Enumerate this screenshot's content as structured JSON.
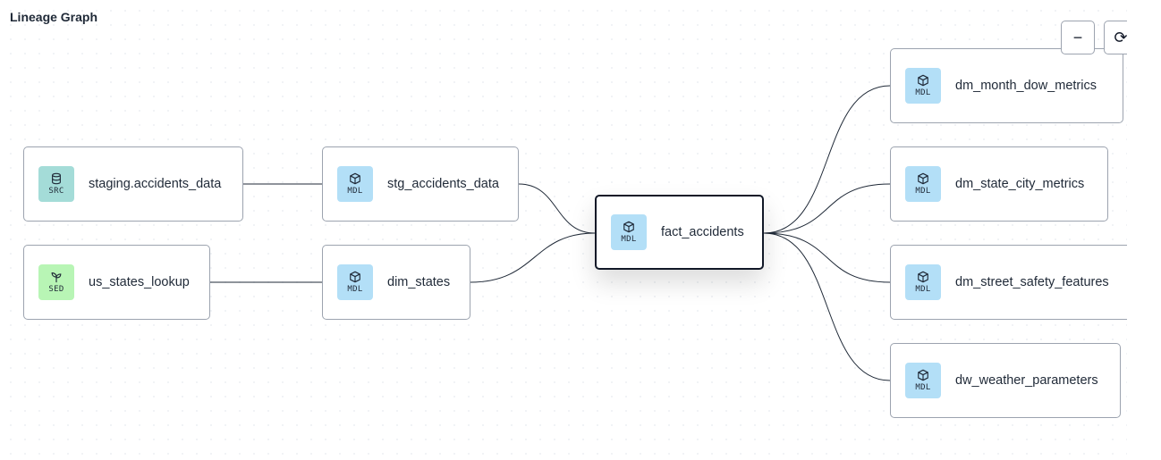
{
  "title": "Lineage Graph",
  "controls": {
    "zoom_out_glyph": "−",
    "refresh_glyph": "⟳"
  },
  "nodes": {
    "staging_accidents_data": {
      "badge": "SRC",
      "label": "staging.accidents_data",
      "icon": "database-icon"
    },
    "us_states_lookup": {
      "badge": "SED",
      "label": "us_states_lookup",
      "icon": "seedling-icon"
    },
    "stg_accidents_data": {
      "badge": "MDL",
      "label": "stg_accidents_data",
      "icon": "cube-icon"
    },
    "dim_states": {
      "badge": "MDL",
      "label": "dim_states",
      "icon": "cube-icon"
    },
    "fact_accidents": {
      "badge": "MDL",
      "label": "fact_accidents",
      "icon": "cube-icon"
    },
    "dm_month_dow_metrics": {
      "badge": "MDL",
      "label": "dm_month_dow_metrics",
      "icon": "cube-icon"
    },
    "dm_state_city_metrics": {
      "badge": "MDL",
      "label": "dm_state_city_metrics",
      "icon": "cube-icon"
    },
    "dm_street_safety_features": {
      "badge": "MDL",
      "label": "dm_street_safety_features",
      "icon": "cube-icon"
    },
    "dw_weather_parameters": {
      "badge": "MDL",
      "label": "dw_weather_parameters",
      "icon": "cube-icon"
    }
  },
  "edges": [
    {
      "from": "staging_accidents_data",
      "to": "stg_accidents_data"
    },
    {
      "from": "us_states_lookup",
      "to": "dim_states"
    },
    {
      "from": "stg_accidents_data",
      "to": "fact_accidents"
    },
    {
      "from": "dim_states",
      "to": "fact_accidents"
    },
    {
      "from": "fact_accidents",
      "to": "dm_month_dow_metrics"
    },
    {
      "from": "fact_accidents",
      "to": "dm_state_city_metrics"
    },
    {
      "from": "fact_accidents",
      "to": "dm_street_safety_features"
    },
    {
      "from": "fact_accidents",
      "to": "dw_weather_parameters"
    }
  ],
  "colors": {
    "mdl_badge": "#b3dff7",
    "src_badge": "#a4dcd8",
    "sed_badge": "#b8f5b5",
    "edge": "#1f2937"
  }
}
